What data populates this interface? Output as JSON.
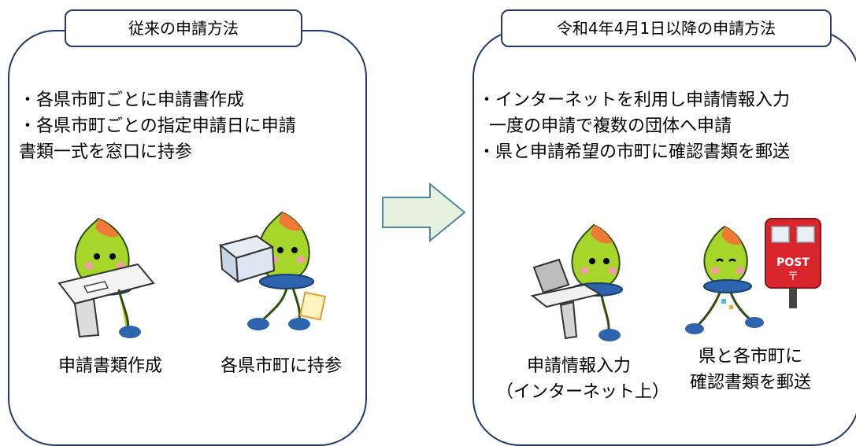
{
  "left_panel": {
    "title": "従来の申請方法",
    "bullets": [
      "・各県市町ごとに申請書作成",
      "・各県市町ごとの指定申請日に申請",
      "書類一式を窓口に持参"
    ],
    "captions": [
      "申請書類作成",
      "各県市町に持参"
    ]
  },
  "right_panel": {
    "title": "令和4年4月1日以降の申請方法",
    "bullets": [
      "・インターネットを利用し申請情報入力",
      "  一度の申請で複数の団体へ申請",
      "・県と申請希望の市町に確認書類を郵送"
    ],
    "captions": [
      "申請情報入力",
      "（インターネット上）",
      "県と各市町に",
      "確認書類を郵送"
    ],
    "post_sign": "POST",
    "post_mark": "〒"
  },
  "colors": {
    "border": "#1f3a6b",
    "arrow_fill": "#e7f2de",
    "arrow_stroke": "#4f86a6",
    "mascot_green": "#a7d62a",
    "mascot_orange": "#ef7a36",
    "ring_blue": "#2e63ae",
    "postbox_red": "#d8262c"
  },
  "icons": [
    "mascot-writing-icon",
    "mascot-carrying-box-icon",
    "mascot-laptop-icon",
    "mascot-running-icon",
    "postbox-icon",
    "right-arrow-icon"
  ]
}
